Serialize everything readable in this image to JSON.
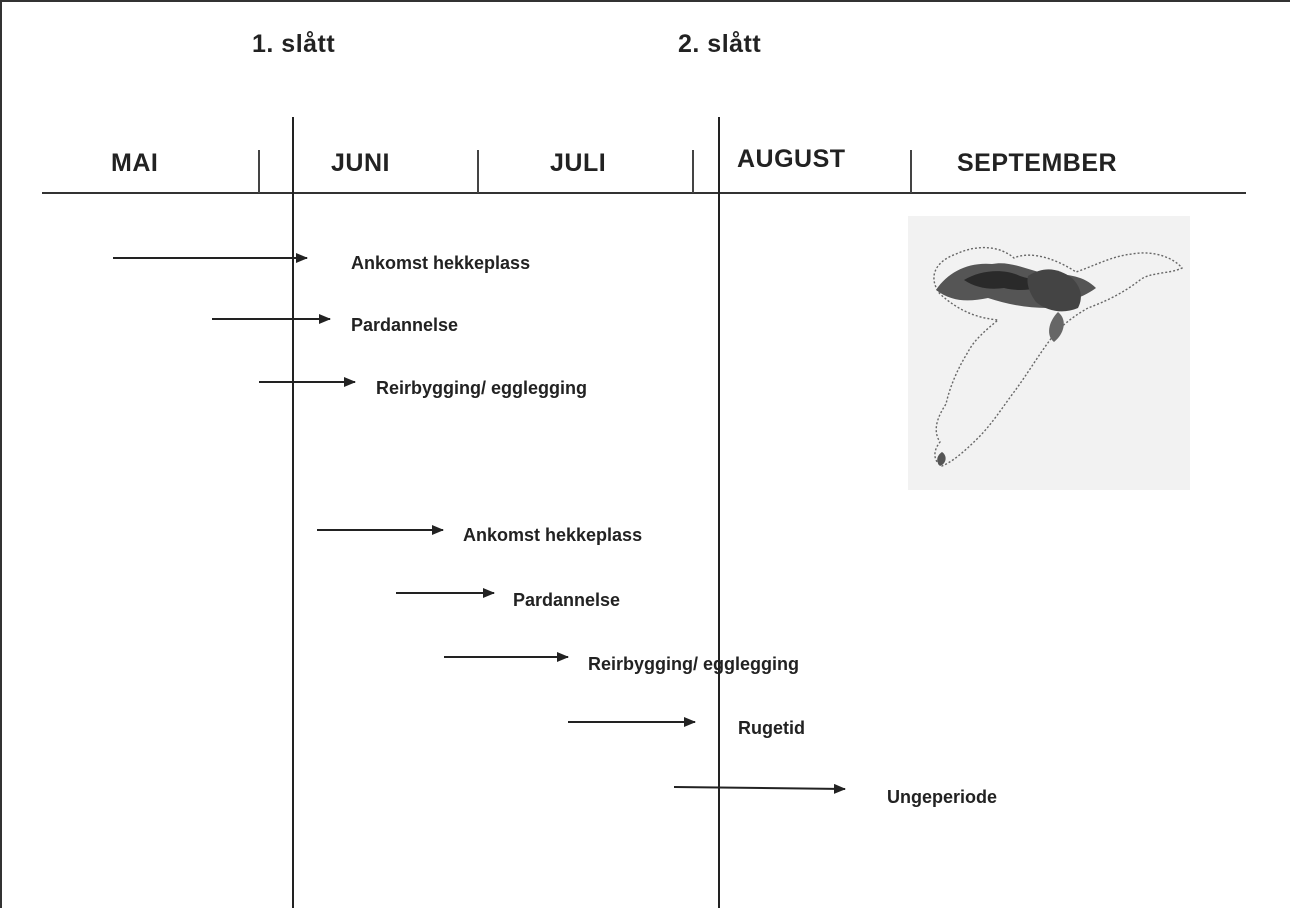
{
  "mowing": {
    "first": "1. slått",
    "second": "2. slått"
  },
  "months": [
    "MAI",
    "JUNI",
    "JULI",
    "AUGUST",
    "SEPTEMBER"
  ],
  "groups": [
    {
      "steps": [
        "Ankomst hekkeplass",
        "Pardannelse",
        "Reirbygging/ egglegging"
      ]
    },
    {
      "steps": [
        "Ankomst hekkeplass",
        "Pardannelse",
        "Reirbygging/ egglegging",
        "Rugetid",
        "Ungeperiode"
      ]
    }
  ],
  "map": {
    "icon": "norway-map-icon",
    "region_colors": [
      "#555555",
      "#f2f2f2"
    ]
  }
}
